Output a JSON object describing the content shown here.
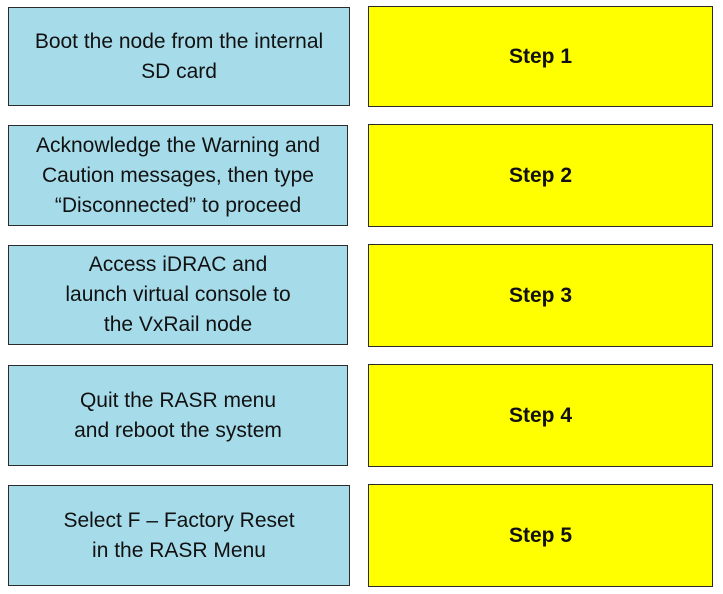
{
  "actions": [
    {
      "text": "Boot the node from the internal\nSD card"
    },
    {
      "text": "Acknowledge the Warning and\nCaution messages, then type\n“Disconnected” to proceed"
    },
    {
      "text": "Access iDRAC and\nlaunch virtual console to\nthe VxRail node"
    },
    {
      "text": "Quit the RASR menu\nand reboot the system"
    },
    {
      "text": "Select F – Factory Reset\nin the RASR Menu"
    }
  ],
  "steps": [
    {
      "label": "Step 1"
    },
    {
      "label": "Step 2"
    },
    {
      "label": "Step 3"
    },
    {
      "label": "Step 4"
    },
    {
      "label": "Step 5"
    }
  ],
  "colors": {
    "action_fill": "#a6dcea",
    "step_fill": "#ffff00",
    "border": "#2b2b2b"
  }
}
